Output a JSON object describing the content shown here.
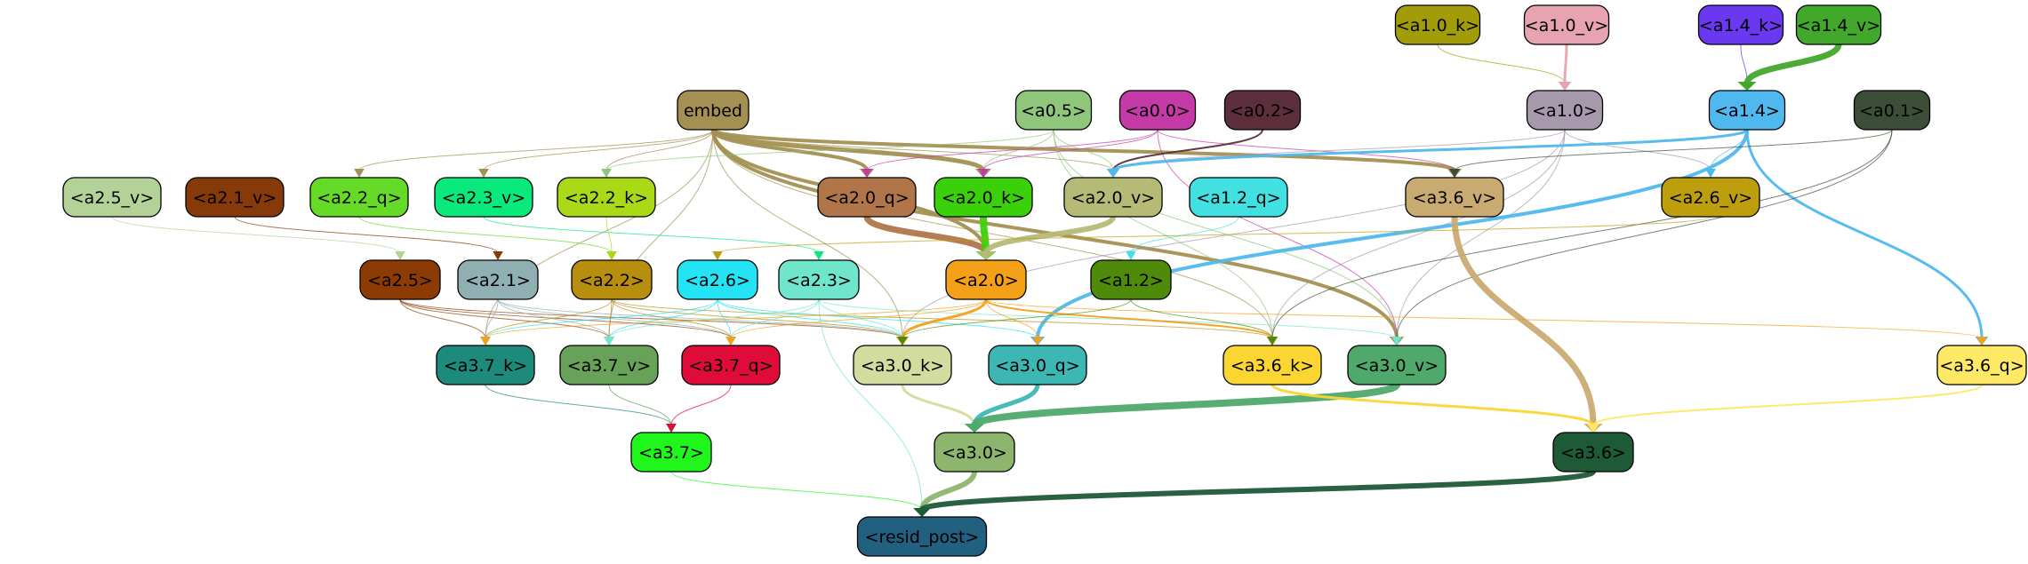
{
  "diagram": {
    "nodes": [
      {
        "id": "a1_0_k",
        "label": "<a1.0_k>",
        "fill": "#a19c07",
        "text": "#000000"
      },
      {
        "id": "a1_0_v",
        "label": "<a1.0_v>",
        "fill": "#e8a3b0",
        "text": "#000000"
      },
      {
        "id": "a1_4_k",
        "label": "<a1.4_k>",
        "fill": "#6a38ef",
        "text": "#000000"
      },
      {
        "id": "a1_4_v",
        "label": "<a1.4_v>",
        "fill": "#42a82c",
        "text": "#000000"
      },
      {
        "id": "embed",
        "label": "embed",
        "fill": "#a39052",
        "text": "#000000"
      },
      {
        "id": "a0_5",
        "label": "<a0.5>",
        "fill": "#8fc67c",
        "text": "#000000"
      },
      {
        "id": "a0_0",
        "label": "<a0.0>",
        "fill": "#c43ba8",
        "text": "#000000"
      },
      {
        "id": "a0_2",
        "label": "<a0.2>",
        "fill": "#5d2f3c",
        "text": "#000000"
      },
      {
        "id": "a1_0",
        "label": "<a1.0>",
        "fill": "#a799ac",
        "text": "#000000"
      },
      {
        "id": "a1_4",
        "label": "<a1.4>",
        "fill": "#4fb8ee",
        "text": "#000000"
      },
      {
        "id": "a0_1",
        "label": "<a0.1>",
        "fill": "#3d4e38",
        "text": "#000000"
      },
      {
        "id": "a2_5_v",
        "label": "<a2.5_v>",
        "fill": "#b2d298",
        "text": "#000000"
      },
      {
        "id": "a2_1_v",
        "label": "<a2.1_v>",
        "fill": "#863909",
        "text": "#000000"
      },
      {
        "id": "a2_2_q",
        "label": "<a2.2_q>",
        "fill": "#66db27",
        "text": "#000000"
      },
      {
        "id": "a2_3_v",
        "label": "<a2.3_v>",
        "fill": "#0ae97b",
        "text": "#000000"
      },
      {
        "id": "a2_2_k",
        "label": "<a2.2_k>",
        "fill": "#aad917",
        "text": "#000000"
      },
      {
        "id": "a2_0_q",
        "label": "<a2.0_q>",
        "fill": "#b0764a",
        "text": "#000000"
      },
      {
        "id": "a2_0_k",
        "label": "<a2.0_k>",
        "fill": "#3bd10a",
        "text": "#000000"
      },
      {
        "id": "a2_0_v",
        "label": "<a2.0_v>",
        "fill": "#b5ba77",
        "text": "#000000"
      },
      {
        "id": "a1_2_q",
        "label": "<a1.2_q>",
        "fill": "#40e1e0",
        "text": "#000000"
      },
      {
        "id": "a3_6_v",
        "label": "<a3.6_v>",
        "fill": "#c9ab72",
        "text": "#000000"
      },
      {
        "id": "a2_6_v",
        "label": "<a2.6_v>",
        "fill": "#bd9f0d",
        "text": "#000000"
      },
      {
        "id": "a2_5",
        "label": "<a2.5>",
        "fill": "#8d3b04",
        "text": "#000000"
      },
      {
        "id": "a2_1",
        "label": "<a2.1>",
        "fill": "#90afb3",
        "text": "#000000"
      },
      {
        "id": "a2_2",
        "label": "<a2.2>",
        "fill": "#b88e0f",
        "text": "#000000"
      },
      {
        "id": "a2_6",
        "label": "<a2.6>",
        "fill": "#23e3f5",
        "text": "#000000"
      },
      {
        "id": "a2_3",
        "label": "<a2.3>",
        "fill": "#6fe6cb",
        "text": "#000000"
      },
      {
        "id": "a2_0",
        "label": "<a2.0>",
        "fill": "#f4a018",
        "text": "#000000"
      },
      {
        "id": "a1_2",
        "label": "<a1.2>",
        "fill": "#4f8a0a",
        "text": "#000000"
      },
      {
        "id": "a3_7_k",
        "label": "<a3.7_k>",
        "fill": "#1d8a7b",
        "text": "#000000"
      },
      {
        "id": "a3_7_v",
        "label": "<a3.7_v>",
        "fill": "#68a158",
        "text": "#000000"
      },
      {
        "id": "a3_7_q",
        "label": "<a3.7_q>",
        "fill": "#df0c3a",
        "text": "#000000"
      },
      {
        "id": "a3_0_k",
        "label": "<a3.0_k>",
        "fill": "#d2dc9f",
        "text": "#000000"
      },
      {
        "id": "a3_0_q",
        "label": "<a3.0_q>",
        "fill": "#3db7b4",
        "text": "#000000"
      },
      {
        "id": "a3_6_k",
        "label": "<a3.6_k>",
        "fill": "#fbd633",
        "text": "#000000"
      },
      {
        "id": "a3_0_v",
        "label": "<a3.0_v>",
        "fill": "#4fa96d",
        "text": "#000000"
      },
      {
        "id": "a3_6_q",
        "label": "<a3.6_q>",
        "fill": "#fde965",
        "text": "#000000"
      },
      {
        "id": "a3_7",
        "label": "<a3.7>",
        "fill": "#20f51c",
        "text": "#000000"
      },
      {
        "id": "a3_0",
        "label": "<a3.0>",
        "fill": "#8db56d",
        "text": "#000000"
      },
      {
        "id": "a3_6",
        "label": "<a3.6>",
        "fill": "#1f5a37",
        "text": "#000000"
      },
      {
        "id": "resid_post",
        "label": "<resid_post>",
        "fill": "#21607f",
        "text": "#000000"
      }
    ],
    "edges": [
      {
        "from": "a1_0_k",
        "to": "a1_0",
        "color": "#a19c07",
        "w": 1
      },
      {
        "from": "a1_0_v",
        "to": "a1_0",
        "color": "#e8a3b0",
        "w": 3
      },
      {
        "from": "a1_4_k",
        "to": "a1_4",
        "color": "#6a38ef",
        "w": 1
      },
      {
        "from": "a1_4_v",
        "to": "a1_4",
        "color": "#42a82c",
        "w": 7
      },
      {
        "from": "embed",
        "to": "a2_0_q",
        "color": "#a39052",
        "w": 4
      },
      {
        "from": "embed",
        "to": "a2_0_k",
        "color": "#a39052",
        "w": 5
      },
      {
        "from": "embed",
        "to": "a3_6_v",
        "color": "#a39052",
        "w": 4
      },
      {
        "from": "embed",
        "to": "a3_0_v",
        "color": "#a39052",
        "w": 4
      },
      {
        "from": "embed",
        "to": "a2_0",
        "color": "#a39052",
        "w": 4
      },
      {
        "from": "embed",
        "to": "a2_2_q",
        "color": "#a39052",
        "w": 1
      },
      {
        "from": "embed",
        "to": "a2_3_v",
        "color": "#a39052",
        "w": 1
      },
      {
        "from": "embed",
        "to": "a2_2_k",
        "color": "#a39052",
        "w": 1
      },
      {
        "from": "embed",
        "to": "a2_0_v",
        "color": "#a39052",
        "w": 1
      },
      {
        "from": "embed",
        "to": "a3_7_k",
        "color": "#a39052",
        "w": 1
      },
      {
        "from": "embed",
        "to": "a3_7_v",
        "color": "#a39052",
        "w": 1
      },
      {
        "from": "embed",
        "to": "a3_0_k",
        "color": "#a39052",
        "w": 1
      },
      {
        "from": "embed",
        "to": "a3_6_k",
        "color": "#a39052",
        "w": 1
      },
      {
        "from": "a0_5",
        "to": "a2_0_k",
        "color": "#8fc67c",
        "w": 1
      },
      {
        "from": "a0_5",
        "to": "a2_0_v",
        "color": "#8fc67c",
        "w": 1
      },
      {
        "from": "a0_5",
        "to": "a2_2_k",
        "color": "#8fc67c",
        "w": 1
      },
      {
        "from": "a0_5",
        "to": "a3_0_v",
        "color": "#8fc67c",
        "w": 1
      },
      {
        "from": "a0_5",
        "to": "a3_6_k",
        "color": "#8fc67c",
        "w": 1
      },
      {
        "from": "a0_0",
        "to": "a2_0_q",
        "color": "#c43ba8",
        "w": 1
      },
      {
        "from": "a0_0",
        "to": "a2_0_k",
        "color": "#c43ba8",
        "w": 1
      },
      {
        "from": "a0_0",
        "to": "a3_6_v",
        "color": "#c43ba8",
        "w": 1
      },
      {
        "from": "a0_0",
        "to": "a3_0_v",
        "color": "#c43ba8",
        "w": 1
      },
      {
        "from": "a0_2",
        "to": "a2_0_v",
        "color": "#5d2f3c",
        "w": 2
      },
      {
        "from": "a1_0",
        "to": "a2_0_v",
        "color": "#a799ac",
        "w": 1
      },
      {
        "from": "a1_0",
        "to": "a2_6_v",
        "color": "#a799ac",
        "w": 1
      },
      {
        "from": "a1_0",
        "to": "a3_0_k",
        "color": "#a799ac",
        "w": 1
      },
      {
        "from": "a1_0",
        "to": "a3_6_k",
        "color": "#a799ac",
        "w": 1
      },
      {
        "from": "a1_0",
        "to": "a3_0_v",
        "color": "#a799ac",
        "w": 1
      },
      {
        "from": "a1_4",
        "to": "a2_0_v",
        "color": "#4fb8ee",
        "w": 3
      },
      {
        "from": "a1_4",
        "to": "a2_6_v",
        "color": "#4fb8ee",
        "w": 1
      },
      {
        "from": "a1_4",
        "to": "a3_0_q",
        "color": "#4fb8ee",
        "w": 4
      },
      {
        "from": "a1_4",
        "to": "a3_6_q",
        "color": "#4fb8ee",
        "w": 3
      },
      {
        "from": "a0_1",
        "to": "a3_6_v",
        "color": "#3d4e38",
        "w": 1
      },
      {
        "from": "a0_1",
        "to": "a3_6_k",
        "color": "#3d4e38",
        "w": 1
      },
      {
        "from": "a0_1",
        "to": "a3_0_v",
        "color": "#3d4e38",
        "w": 1
      },
      {
        "from": "a2_5_v",
        "to": "a2_5",
        "color": "#b2d298",
        "w": 1
      },
      {
        "from": "a2_1_v",
        "to": "a2_1",
        "color": "#863909",
        "w": 1
      },
      {
        "from": "a2_2_q",
        "to": "a2_2",
        "color": "#66db27",
        "w": 1
      },
      {
        "from": "a2_3_v",
        "to": "a2_3",
        "color": "#0ae97b",
        "w": 1
      },
      {
        "from": "a2_2_k",
        "to": "a2_2",
        "color": "#aad917",
        "w": 1
      },
      {
        "from": "a2_0_q",
        "to": "a2_0",
        "color": "#b0764a",
        "w": 7
      },
      {
        "from": "a2_0_k",
        "to": "a2_0",
        "color": "#3bd10a",
        "w": 8
      },
      {
        "from": "a2_0_v",
        "to": "a2_0",
        "color": "#b5ba77",
        "w": 6
      },
      {
        "from": "a1_2_q",
        "to": "a1_2",
        "color": "#40e1e0",
        "w": 1
      },
      {
        "from": "a3_6_v",
        "to": "a3_6",
        "color": "#c9ab72",
        "w": 7
      },
      {
        "from": "a2_6_v",
        "to": "a2_6",
        "color": "#bd9f0d",
        "w": 1
      },
      {
        "from": "a2_5",
        "to": "a3_7_k",
        "color": "#8d3b04",
        "w": 1
      },
      {
        "from": "a2_5",
        "to": "a3_7_v",
        "color": "#8d3b04",
        "w": 1
      },
      {
        "from": "a2_5",
        "to": "a3_7_q",
        "color": "#8d3b04",
        "w": 1
      },
      {
        "from": "a2_5",
        "to": "a3_0_k",
        "color": "#8d3b04",
        "w": 1
      },
      {
        "from": "a2_1",
        "to": "a3_7_k",
        "color": "#90afb3",
        "w": 1
      },
      {
        "from": "a2_1",
        "to": "a3_7_v",
        "color": "#90afb3",
        "w": 1
      },
      {
        "from": "a2_1",
        "to": "a3_7_q",
        "color": "#90afb3",
        "w": 1
      },
      {
        "from": "a2_1",
        "to": "a3_0_k",
        "color": "#90afb3",
        "w": 1
      },
      {
        "from": "a2_2",
        "to": "a3_7_k",
        "color": "#b88e0f",
        "w": 1
      },
      {
        "from": "a2_2",
        "to": "a3_7_v",
        "color": "#b88e0f",
        "w": 1
      },
      {
        "from": "a2_2",
        "to": "a3_7_q",
        "color": "#b88e0f",
        "w": 1
      },
      {
        "from": "a2_2",
        "to": "a3_0_k",
        "color": "#b88e0f",
        "w": 1
      },
      {
        "from": "a2_2",
        "to": "a3_6_k",
        "color": "#b88e0f",
        "w": 1
      },
      {
        "from": "a2_6",
        "to": "a3_7_k",
        "color": "#23e3f5",
        "w": 1
      },
      {
        "from": "a2_6",
        "to": "a3_7_v",
        "color": "#23e3f5",
        "w": 1
      },
      {
        "from": "a2_6",
        "to": "a3_7_q",
        "color": "#23e3f5",
        "w": 1
      },
      {
        "from": "a2_6",
        "to": "a3_0_k",
        "color": "#23e3f5",
        "w": 1
      },
      {
        "from": "a2_6",
        "to": "a3_0_q",
        "color": "#23e3f5",
        "w": 1
      },
      {
        "from": "a2_3",
        "to": "a3_7_v",
        "color": "#6fe6cb",
        "w": 1
      },
      {
        "from": "a2_3",
        "to": "a3_7_q",
        "color": "#6fe6cb",
        "w": 1
      },
      {
        "from": "a2_3",
        "to": "a3_0_k",
        "color": "#6fe6cb",
        "w": 1
      },
      {
        "from": "a2_3",
        "to": "a3_0_v",
        "color": "#6fe6cb",
        "w": 1
      },
      {
        "from": "a2_3",
        "to": "resid_post",
        "color": "#6fe6cb",
        "w": 1
      },
      {
        "from": "a2_0",
        "to": "a3_7_k",
        "color": "#f4a018",
        "w": 1
      },
      {
        "from": "a2_0",
        "to": "a3_7_q",
        "color": "#f4a018",
        "w": 1
      },
      {
        "from": "a2_0",
        "to": "a3_0_k",
        "color": "#f4a018",
        "w": 3
      },
      {
        "from": "a2_0",
        "to": "a3_0_q",
        "color": "#f4a018",
        "w": 1
      },
      {
        "from": "a2_0",
        "to": "a3_6_k",
        "color": "#f4a018",
        "w": 2
      },
      {
        "from": "a2_0",
        "to": "a3_6_q",
        "color": "#f4a018",
        "w": 1
      },
      {
        "from": "a1_2",
        "to": "a3_0_k",
        "color": "#4f8a0a",
        "w": 1
      },
      {
        "from": "a1_2",
        "to": "a3_6_k",
        "color": "#4f8a0a",
        "w": 1
      },
      {
        "from": "a3_7_k",
        "to": "a3_7",
        "color": "#1d8a7b",
        "w": 1
      },
      {
        "from": "a3_7_v",
        "to": "a3_7",
        "color": "#68a158",
        "w": 1
      },
      {
        "from": "a3_7_q",
        "to": "a3_7",
        "color": "#df0c3a",
        "w": 1
      },
      {
        "from": "a3_0_k",
        "to": "a3_0",
        "color": "#d2dc9f",
        "w": 3
      },
      {
        "from": "a3_0_q",
        "to": "a3_0",
        "color": "#3db7b4",
        "w": 5
      },
      {
        "from": "a3_0_v",
        "to": "a3_0",
        "color": "#4fa96d",
        "w": 8
      },
      {
        "from": "a3_6_k",
        "to": "a3_6",
        "color": "#fbd633",
        "w": 3
      },
      {
        "from": "a3_6_q",
        "to": "a3_6",
        "color": "#fde965",
        "w": 2
      },
      {
        "from": "a3_7",
        "to": "resid_post",
        "color": "#20f51c",
        "w": 1
      },
      {
        "from": "a3_0",
        "to": "resid_post",
        "color": "#8db56d",
        "w": 6
      },
      {
        "from": "a3_6",
        "to": "resid_post",
        "color": "#1f5a37",
        "w": 6
      }
    ]
  }
}
